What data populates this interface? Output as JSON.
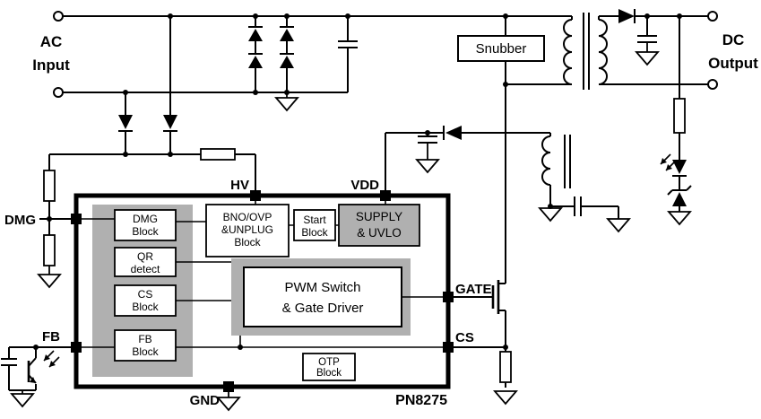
{
  "io": {
    "ac": [
      "AC",
      "Input"
    ],
    "dc": [
      "DC",
      "Output"
    ]
  },
  "snubber": {
    "label": "Snubber"
  },
  "ic": {
    "part_number": "PN8275",
    "pins": {
      "hv": "HV",
      "vdd": "VDD",
      "dmg": "DMG",
      "fb": "FB",
      "gate": "GATE",
      "cs": "CS",
      "gnd": "GND"
    },
    "blocks": {
      "dmg": [
        "DMG",
        "Block"
      ],
      "qr": [
        "QR",
        "detect"
      ],
      "cs": [
        "CS",
        "Block"
      ],
      "fb": [
        "FB",
        "Block"
      ],
      "bno": [
        "BNO/OVP",
        "&UNPLUG",
        "Block"
      ],
      "start": [
        "Start",
        "Block"
      ],
      "supply": [
        "SUPPLY",
        "& UVLO"
      ],
      "pwm": [
        "PWM Switch",
        "&  Gate Driver"
      ],
      "otp": [
        "OTP",
        "Block"
      ]
    }
  },
  "symbols": [
    "ac-terminal",
    "dc-terminal",
    "bridge-rectifier-diode",
    "line-sense-diode",
    "rectifier-diode",
    "zener-diode",
    "optocoupler-led",
    "capacitor",
    "resistor",
    "transformer-winding",
    "aux-winding",
    "mosfet",
    "optocoupler-transistor",
    "ground",
    "junction-dot",
    "ic-pin-pad"
  ],
  "colors": {
    "line": "#000000",
    "block_gray": "#b0b0b0",
    "background": "#ffffff"
  }
}
